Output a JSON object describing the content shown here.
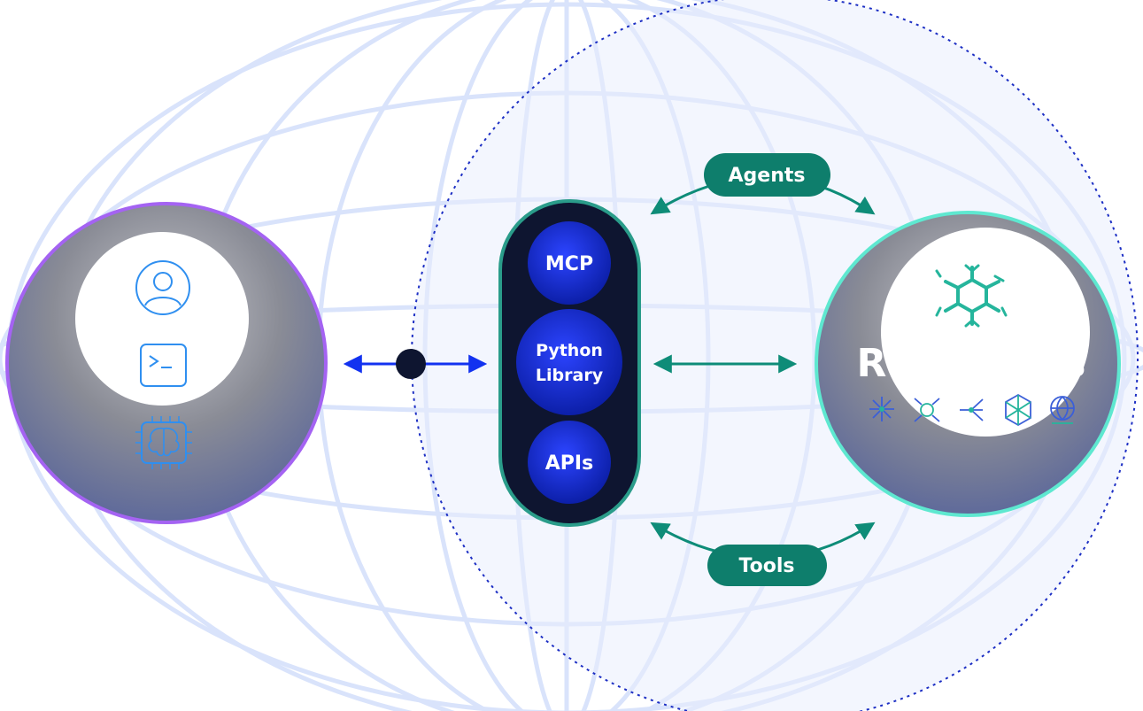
{
  "hub": {
    "top": "MCP",
    "middle_line1": "Python",
    "middle_line2": "Library",
    "bottom": "APIs"
  },
  "labels": {
    "agents": "Agents",
    "tools": "Tools",
    "reasoners": "Reasoners"
  },
  "client_icons": [
    "user-icon",
    "terminal-icon",
    "ai-chip-icon"
  ],
  "reasoner_icons": [
    "network-branch-icon",
    "node-graph-icon",
    "flow-split-icon",
    "hexagon-mesh-icon",
    "globe-network-icon"
  ],
  "colors": {
    "client_ring": "#a463f2",
    "reasoner_ring": "#5ee8d0",
    "hub_fill": "#0e1530",
    "hub_border": "#2a9c8a",
    "hub_circle": "#1a2fd6",
    "teal": "#0e7e6c",
    "blue_arrow": "#1232f0",
    "dotted_orbit": "#1d2fc4",
    "globe_lines": "#d7e2fb"
  }
}
